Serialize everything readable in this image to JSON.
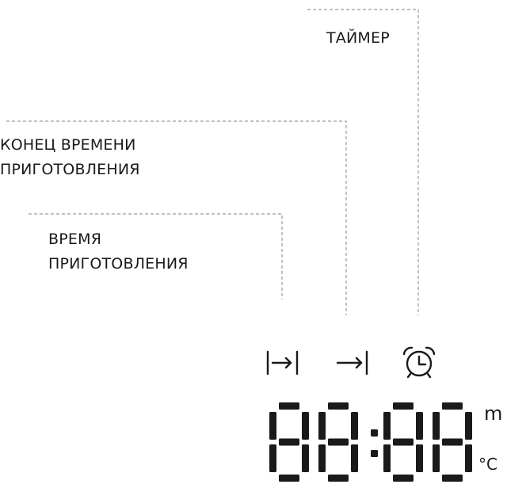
{
  "labels": {
    "timer": "ТАЙМЕР",
    "end_time": [
      "КОНЕЦ ВРЕМЕНИ",
      "ПРИГОТОВЛЕНИЯ"
    ],
    "cooking_time": [
      "ВРЕМЯ",
      "ПРИГОТОВЛЕНИЯ"
    ]
  },
  "icons": {
    "cooking_time": "duration-arrow-icon",
    "end_time": "end-arrow-icon",
    "timer": "alarm-clock-icon"
  },
  "display": {
    "digits": "88:88",
    "unit_top": "m",
    "unit_bottom": "°C"
  },
  "colors": {
    "line": "#9a9a9a",
    "ink": "#1a1a1a"
  }
}
